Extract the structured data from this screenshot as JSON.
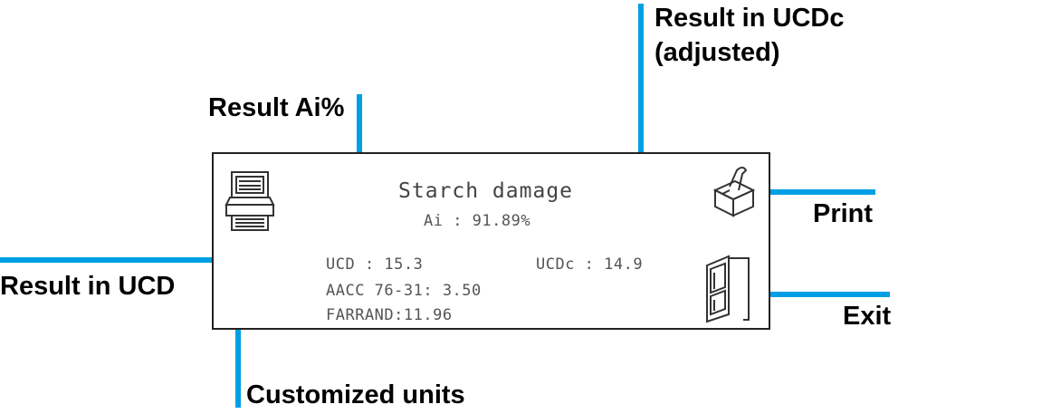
{
  "screen": {
    "title": "Starch damage",
    "ai_text": "Ai : 91.89%",
    "ucd_text": "UCD : 15.3",
    "ucdc_text": "UCDc : 14.9",
    "aacc_text": "AACC 76-31: 3.50",
    "farrand_text": "FARRAND:11.96",
    "icons": {
      "left": "computer-printer-icon",
      "print": "printer-icon",
      "exit": "door-exit-icon"
    }
  },
  "callouts": {
    "result_ai": "Result Ai%",
    "result_ucdc_line1": "Result in UCDc",
    "result_ucdc_line2": "(adjusted)",
    "result_ucd": "Result in UCD",
    "customized_units": "Customized units",
    "print": "Print",
    "exit": "Exit"
  },
  "colors": {
    "callout_line": "#009fe3",
    "screen_text": "#555555",
    "screen_border": "#222222"
  }
}
